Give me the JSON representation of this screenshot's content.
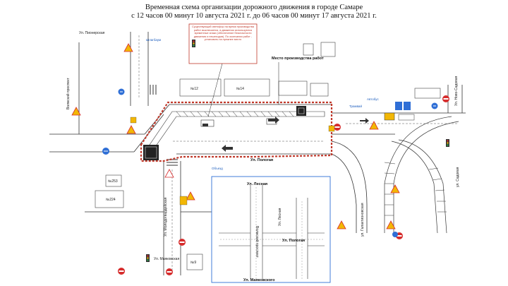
{
  "title": {
    "line1": "Временная схема организации дорожного движения в городе Самаре",
    "line2": "с 12 часов 00 минут 10 августа 2021 г. до 06 часов 00 минут 17 августа 2021 г."
  },
  "streets": {
    "pionerskaya": "Ул. Пионерская",
    "volzhsky": "Волжский проспект",
    "pogodnaya_main": "Ул. Пологая",
    "nevo_sadovaya": "Ул. Ново-Садовая",
    "sadovaya": "ул. Садовая",
    "galaktionovskaya": "ул. Галактионовская",
    "molodogvardeyskaya": "Ул. Молодогвардейская",
    "mayakovskaya": "Ул. Маяковская",
    "lesnaya": "Ул. Лесная",
    "lesnaya2": "Ул. Лесная",
    "pogodnaya2": "Ул. Пологая",
    "volzhsky2": "Волжский проспект",
    "mayakovskogo": "Ул. Маяковского"
  },
  "labels": {
    "work_place": "Место производства работ",
    "traffic_light_note": "Существующий светофор на время производства работ выключается, в движении используются временные знаки (обеспечение безопасности движения и пешеходов). По окончании работ - установить на прежнее место",
    "left_arrow_label": "Шлагбаум",
    "tram_label": "Трамвай",
    "detour_label": "Объезд",
    "bus_label": "Автобус",
    "house_1": "№12",
    "house_2": "№14",
    "house_3": "№253",
    "house_4": "№224",
    "house_5": "№9"
  },
  "colors": {
    "work_zone": "#c0392b",
    "road": "#333333",
    "tram": "#333333",
    "sign_red": "#d62c2c",
    "sign_yellow": "#f2b705",
    "sign_blue": "#2f6fd6",
    "inset_border": "#2f6fd6"
  },
  "icons": {
    "work_sign": "road-works-icon",
    "no_entry": "no-entry-icon",
    "traffic_light": "traffic-light-icon",
    "arrow_sign": "direction-arrow-icon"
  }
}
